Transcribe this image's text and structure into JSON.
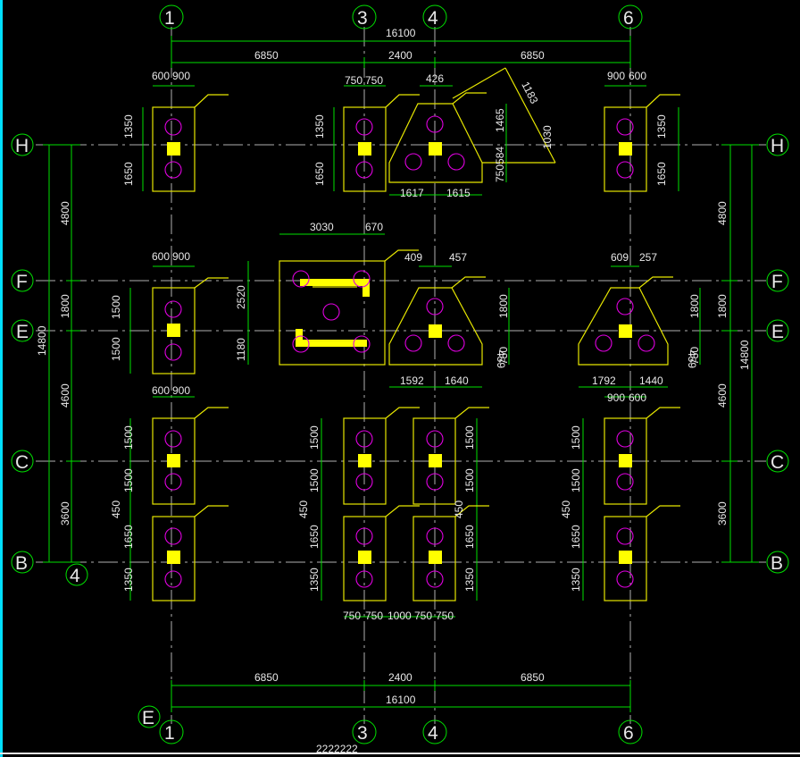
{
  "axes_vertical": [
    "1",
    "3",
    "4",
    "6"
  ],
  "axes_horizontal": [
    "H",
    "F",
    "E",
    "C",
    "B"
  ],
  "extra_marks": {
    "left_axis_mark": "4",
    "bottom_left_mark": "E"
  },
  "top_dims": {
    "total": "16100",
    "left": "6850",
    "middle": "2400",
    "right": "6850"
  },
  "bottom_dims": {
    "total": "16100",
    "left": "6850",
    "middle": "2400",
    "right": "6850"
  },
  "left_dims": {
    "total": "14800",
    "h_f": "4800",
    "f_e": "1800",
    "e_c": "4600",
    "c_b": "3600"
  },
  "right_dims": {
    "total": "14800",
    "h_f": "4800",
    "f_e": "1800",
    "e_c": "4600",
    "c_b": "3600"
  },
  "footing_dims": {
    "a600": "600",
    "a900": "900",
    "a750": "750",
    "a1350": "1350",
    "a1650": "1650",
    "a1500": "1500",
    "a450": "450",
    "a1000": "1000",
    "t426": "426",
    "t1183": "1183",
    "t1465": "1465",
    "t1030": "1030",
    "t750584": "750584",
    "t1617": "1617",
    "t1615": "1615",
    "c3030": "3030",
    "c670": "670",
    "c2520": "2520",
    "c1180": "1180",
    "t409": "409",
    "t457": "457",
    "t1800": "1800",
    "t459": "459",
    "t1592": "1592",
    "t1640": "1640",
    "t609": "609",
    "t257": "257",
    "t1792": "1792",
    "t1440": "1440"
  },
  "bottom_stub": "2222222",
  "colors": {
    "background": "#000000",
    "dimension": "#00e000",
    "footing": "#e6e600",
    "pile": "#e000e0",
    "column": "#ffff00",
    "axis_line": "#b0b0b0",
    "left_edge": "#00e0ff"
  }
}
